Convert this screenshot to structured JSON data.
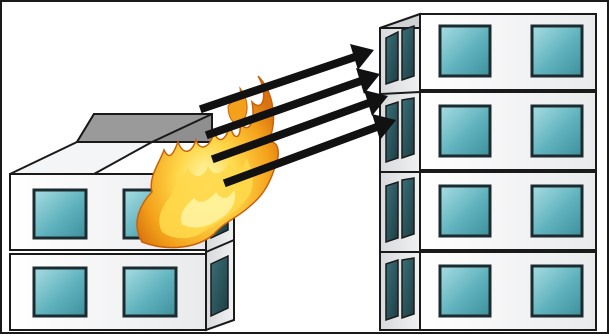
{
  "scene": {
    "kind": "illustration",
    "colors": {
      "wall_front": "#f4f5f6",
      "wall_side": "#e6e7e9",
      "roof_dark": "#8c8c8c",
      "window_glass": "#5fb2bd",
      "window_frame": "#1b2b30",
      "outline": "#1a1a1a",
      "arrow": "#111111",
      "fire_outer": "#f3a11a",
      "fire_inner": "#ffd84a",
      "fire_core": "#fff3a0"
    },
    "icons": {
      "burning_building": "building-burning-icon",
      "exposed_building": "building-exposed-icon",
      "fire": "fire-icon",
      "heat_arrows": "arrow-right-icon"
    },
    "arrows_count": 4,
    "left_building_floors": 2,
    "right_building_floors": 4
  }
}
